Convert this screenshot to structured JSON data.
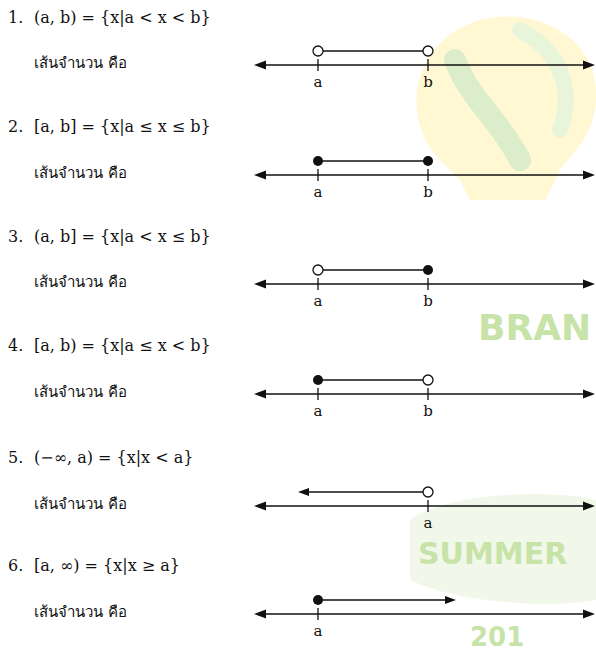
{
  "diagram": {
    "labels": [
      "1.",
      "(a, b) = {x|a < x < b}",
      "เส้นจำนวน คือ",
      "a",
      "b",
      "2.",
      "[a, b] = {x|a ≤ x ≤ b}",
      "เส้นจำนวน คือ",
      "a",
      "b",
      "3.",
      "(a, b] = {x|a < x ≤ b}",
      "เส้นจำนวน คือ",
      "a",
      "b",
      "4.",
      "[a, b) = {x|a ≤ x < b}",
      "เส้นจำนวน คือ",
      "a",
      "b",
      "5.",
      "(−∞, a) = {x|x < a}",
      "เส้นจำนวน คือ",
      "a",
      "6.",
      "[a, ∞) = {x|x ≥ a}",
      "เส้นจำนวน คือ",
      "a",
      "BRAN",
      "SUMMER",
      "201"
    ]
  }
}
